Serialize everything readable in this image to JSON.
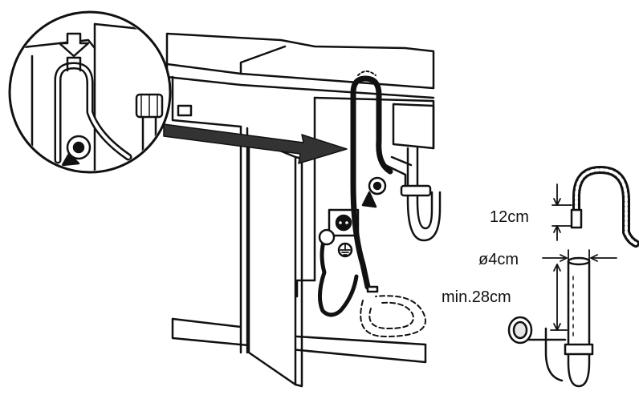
{
  "diagram": {
    "labels": {
      "hose_height": "12cm",
      "pipe_diameter": "ø4cm",
      "min_height": "min.28cm"
    },
    "colors": {
      "line": "#111111",
      "background": "#ffffff",
      "dark_fill": "#333333",
      "soft_fill": "#e6e6e6"
    },
    "icons": [
      "down-arrow-icon",
      "pointer-arrow-icon",
      "electrical-socket-icon",
      "ground-symbol-icon"
    ]
  }
}
